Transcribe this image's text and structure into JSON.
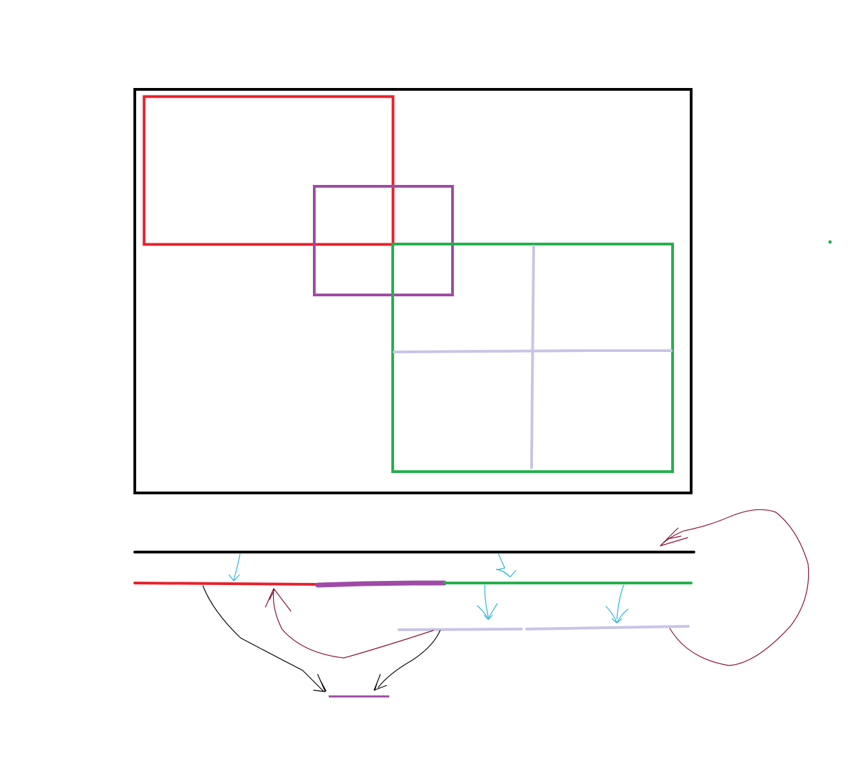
{
  "colors": {
    "background": "#ffffff",
    "outer_frame": "#000000",
    "red": "#e8202a",
    "purple": "#9f4aa6",
    "green": "#22b14c",
    "lavender": "#c8c4e6",
    "cyan_arrows": "#2ab5d6",
    "black_arrows": "#000000",
    "maroon_arrows": "#8a1030"
  },
  "diagram": {
    "upper_panel": {
      "outer_frame": {
        "color": "black"
      },
      "rects": [
        {
          "name": "red-rect",
          "color": "red"
        },
        {
          "name": "purple-rect",
          "color": "purple"
        },
        {
          "name": "green-rect",
          "color": "green"
        }
      ],
      "green_rect_divider": {
        "color": "lavender",
        "shape": "cross"
      }
    },
    "lower_panel": {
      "bars": [
        {
          "name": "black-bar",
          "color": "black"
        },
        {
          "name": "red-green-bar",
          "segments": [
            "red",
            "purple",
            "green"
          ]
        },
        {
          "name": "lavender-bar",
          "segments": [
            "lavender",
            "lavender"
          ]
        },
        {
          "name": "purple-short-bar",
          "color": "purple"
        }
      ],
      "arrows": [
        {
          "name": "cyan-arrow",
          "color": "cyan",
          "count": 4
        },
        {
          "name": "black-arrow",
          "color": "black",
          "count": 2
        },
        {
          "name": "maroon-arrow",
          "color": "maroon",
          "count": 2
        }
      ]
    },
    "stray_dot": {
      "color": "green"
    }
  }
}
